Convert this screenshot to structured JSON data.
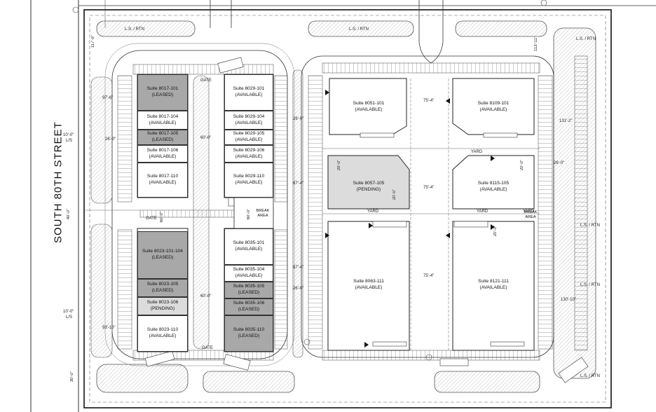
{
  "street": "SOUTH 80TH STREET",
  "buildings": [
    {
      "name": "Suite 8017-101",
      "status": "(LEASED)",
      "state": "leased"
    },
    {
      "name": "Suite 8017-104",
      "status": "(AVAILABLE)",
      "state": "available"
    },
    {
      "name": "Suite 8017-105",
      "status": "(LEASED)",
      "state": "leased"
    },
    {
      "name": "Suite 8017-106",
      "status": "(AVAILABLE)",
      "state": "available"
    },
    {
      "name": "Suite 8017-110",
      "status": "(AVAILABLE)",
      "state": "available"
    },
    {
      "name": "Suite 8023-101-104",
      "status": "(LEASED)",
      "state": "leased"
    },
    {
      "name": "Suite 8023-105",
      "status": "(LEASED)",
      "state": "leased"
    },
    {
      "name": "Suite 8023-106",
      "status": "(PENDING)",
      "state": "pending"
    },
    {
      "name": "Suite 8023-110",
      "status": "(AVAILABLE)",
      "state": "available"
    },
    {
      "name": "Suite 8029-101",
      "status": "(AVAILABLE)",
      "state": "available"
    },
    {
      "name": "Suite 8029-104",
      "status": "(AVAILABLE)",
      "state": "available"
    },
    {
      "name": "Suite 8029-105",
      "status": "(AVAILABLE)",
      "state": "available"
    },
    {
      "name": "Suite 8029-106",
      "status": "(AVAILABLE)",
      "state": "available"
    },
    {
      "name": "Suite 8029-110",
      "status": "(AVAILABLE)",
      "state": "available"
    },
    {
      "name": "Suite 8035-101",
      "status": "(AVAILABLE)",
      "state": "available"
    },
    {
      "name": "Suite 8035-104",
      "status": "(AVAILABLE)",
      "state": "available"
    },
    {
      "name": "Suite 8035-105",
      "status": "(LEASED)",
      "state": "leased"
    },
    {
      "name": "Suite 8035-106",
      "status": "(LEASED)",
      "state": "leased"
    },
    {
      "name": "Suite 8035-110",
      "status": "(LEASED)",
      "state": "leased"
    },
    {
      "name": "Suite 8051-101",
      "status": "(AVAILABLE)",
      "state": "available"
    },
    {
      "name": "Suite 8057-105",
      "status": "(PENDING)",
      "state": "pending"
    },
    {
      "name": "Suite 8063-111",
      "status": "(AVAILABLE)",
      "state": "available"
    },
    {
      "name": "Suite 8109-101",
      "status": "(AVAILABLE)",
      "state": "available"
    },
    {
      "name": "Suite 8115-105",
      "status": "(AVAILABLE)",
      "state": "available"
    },
    {
      "name": "Suite 8121-111",
      "status": "(AVAILABLE)",
      "state": "available"
    }
  ],
  "labels": {
    "ls_rtn": "L.S. / RTN",
    "gate": "GATE",
    "yard": "YARD",
    "break_area": "BREAK AREA",
    "ls": "L/S"
  },
  "dimensions": {
    "d97_6": "97'-6\"",
    "d10_0": "10'-0\"",
    "d26_0": "26'-0\"",
    "d40_0": "40'-0\"",
    "d93_10": "93'-10\"",
    "d30_0": "30'-0\"",
    "d60_0": "60'-0\"",
    "d87_4": "87'-4\"",
    "d75_4": "75'-4\"",
    "d20_0": "20'-0\"",
    "d131_2": "131'-2\"",
    "d130_10": "130'-10\"",
    "d113_11": "113'-11\"",
    "d117_9": "117'-9\""
  },
  "colors": {
    "leased": "#a8a8a8",
    "pending": "#dcdcdc",
    "available": "#ffffff",
    "line": "#333333"
  }
}
